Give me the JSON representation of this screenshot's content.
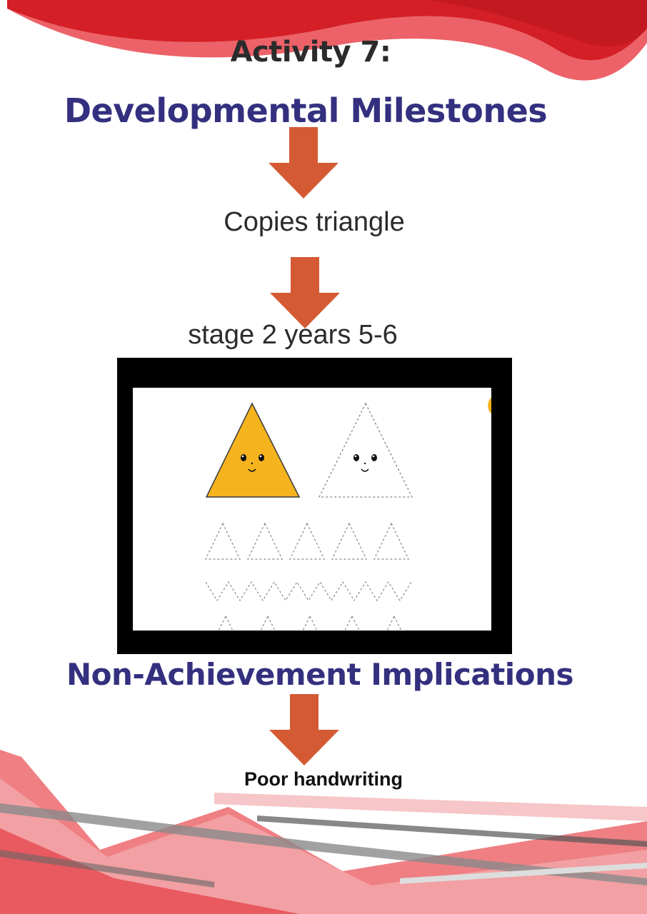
{
  "heading": {
    "activity": "Activity 7:",
    "milestones": "Developmental Milestones"
  },
  "milestone": {
    "skill": "Copies triangle",
    "stage": "stage 2 years 5-6"
  },
  "implications": {
    "heading": "Non-Achievement Implications",
    "item": "Poor handwriting"
  },
  "colors": {
    "heading_blue": "#34307f",
    "arrow_orange": "#d45a33",
    "triangle_yellow": "#f5b31d",
    "banner_red": "#d41f26",
    "banner_pink": "#ee6a70"
  },
  "icons": [
    "down-arrow-icon",
    "smiling-triangle-icon",
    "dotted-triangle-icon"
  ]
}
